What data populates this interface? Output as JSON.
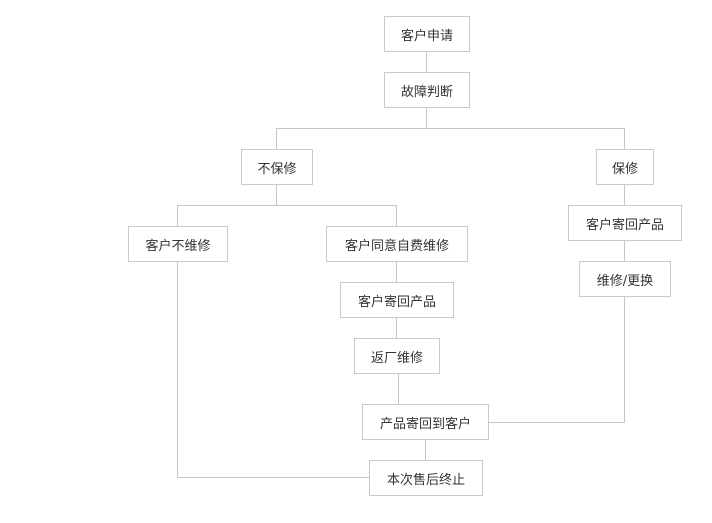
{
  "flow": {
    "customer_apply": "客户申请",
    "fault_diagnosis": "故障判断",
    "out_of_warranty": "不保修",
    "warranty": "保修",
    "customer_no_repair": "客户不维修",
    "customer_agrees_paid_repair": "客户同意自费维修",
    "customer_ships_product_a": "客户寄回产品",
    "customer_ships_product_b": "客户寄回产品",
    "repair_or_replace": "维修/更换",
    "return_to_factory": "返厂维修",
    "ship_back_to_customer": "产品寄回到客户",
    "end_after_sales": "本次售后终止"
  }
}
